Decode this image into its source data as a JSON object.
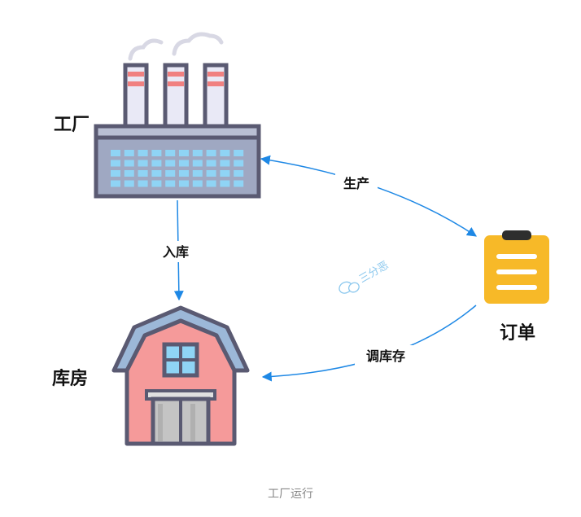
{
  "nodes": {
    "factory": {
      "label": "工厂"
    },
    "warehouse": {
      "label": "库房"
    },
    "order": {
      "label": "订单"
    }
  },
  "edges": {
    "factory_to_warehouse": {
      "label": "入库"
    },
    "factory_order": {
      "label": "生产"
    },
    "order_to_warehouse": {
      "label": "调库存"
    }
  },
  "watermark": {
    "text": "三分恶"
  },
  "caption": "工厂运行",
  "colors": {
    "arrow": "#1e88e5",
    "outline": "#5a5a72",
    "factory_body": "#9fa8c2",
    "factory_window": "#8fd4f5",
    "chimney_stripe": "#f08080",
    "barn_wall": "#f59a9a",
    "barn_roof": "#9cb8d8",
    "order_clipboard": "#f7b928"
  }
}
